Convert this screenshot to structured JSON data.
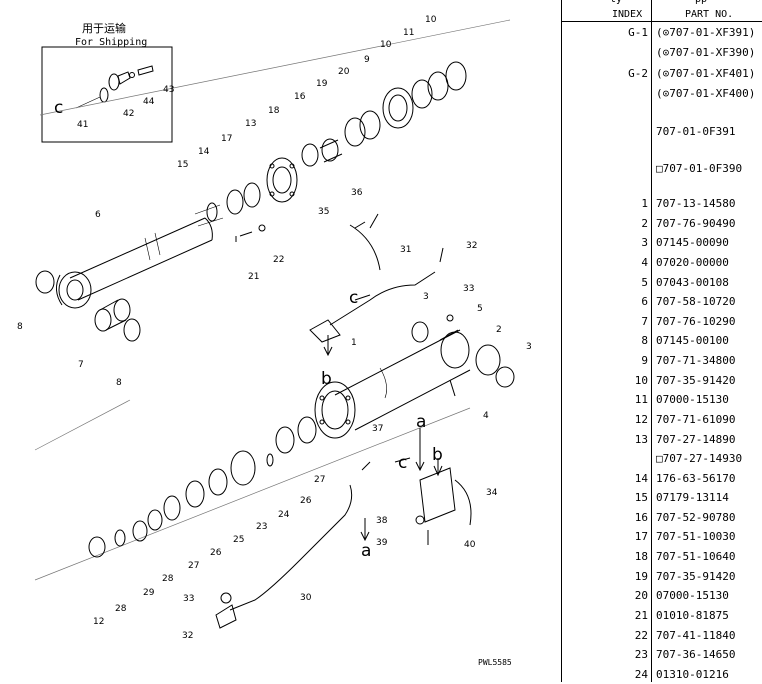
{
  "figure": {
    "shipping_title_cn": "用于运输",
    "shipping_title_en": "For Shipping",
    "figure_code": "PWL5585",
    "flow_letters": {
      "a": "a",
      "b": "b",
      "c": "c"
    },
    "callouts": [
      "1",
      "2",
      "3",
      "3",
      "4",
      "5",
      "6",
      "7",
      "8",
      "8",
      "9",
      "10",
      "10",
      "11",
      "12",
      "13",
      "14",
      "15",
      "16",
      "17",
      "18",
      "19",
      "20",
      "21",
      "22",
      "23",
      "24",
      "25",
      "26",
      "26",
      "27",
      "27",
      "28",
      "28",
      "29",
      "30",
      "31",
      "32",
      "32",
      "33",
      "33",
      "34",
      "35",
      "36",
      "37",
      "38",
      "39",
      "40",
      "41",
      "42",
      "43",
      "44"
    ]
  },
  "table": {
    "header_top_left": "ty",
    "header_top_right": "pp",
    "index_header": "INDEX",
    "part_header": "PART NO.",
    "rows": [
      {
        "index": "G-1",
        "part": "(⊙707-01-XF391)"
      },
      {
        "index": "",
        "part": "(⊙707-01-XF390)"
      },
      {
        "index": "G-2",
        "part": "(⊙707-01-XF401)"
      },
      {
        "index": "",
        "part": "(⊙707-01-XF400)"
      },
      {
        "index": "",
        "part": ""
      },
      {
        "index": "",
        "part": "707-01-0F391"
      },
      {
        "index": "",
        "part": ""
      },
      {
        "index": "",
        "part": "□707-01-0F390"
      },
      {
        "index": "",
        "part": ""
      },
      {
        "index": "1",
        "part": "707-13-14580"
      },
      {
        "index": "2",
        "part": "707-76-90490"
      },
      {
        "index": "3",
        "part": "07145-00090"
      },
      {
        "index": "4",
        "part": "07020-00000"
      },
      {
        "index": "5",
        "part": "07043-00108"
      },
      {
        "index": "6",
        "part": "707-58-10720"
      },
      {
        "index": "7",
        "part": "707-76-10290"
      },
      {
        "index": "8",
        "part": "07145-00100"
      },
      {
        "index": "9",
        "part": "707-71-34800"
      },
      {
        "index": "10",
        "part": "707-35-91420"
      },
      {
        "index": "11",
        "part": "07000-15130"
      },
      {
        "index": "12",
        "part": "707-71-61090"
      },
      {
        "index": "13",
        "part": "707-27-14890"
      },
      {
        "index": "",
        "part": "□707-27-14930"
      },
      {
        "index": "14",
        "part": "176-63-56170"
      },
      {
        "index": "15",
        "part": "07179-13114"
      },
      {
        "index": "16",
        "part": "707-52-90780"
      },
      {
        "index": "17",
        "part": "707-51-10030"
      },
      {
        "index": "18",
        "part": "707-51-10640"
      },
      {
        "index": "19",
        "part": "707-35-91420"
      },
      {
        "index": "20",
        "part": "07000-15130"
      },
      {
        "index": "21",
        "part": "01010-81875"
      },
      {
        "index": "22",
        "part": "707-41-11840"
      },
      {
        "index": "23",
        "part": "707-36-14650"
      },
      {
        "index": "24",
        "part": "01310-01216"
      }
    ]
  }
}
